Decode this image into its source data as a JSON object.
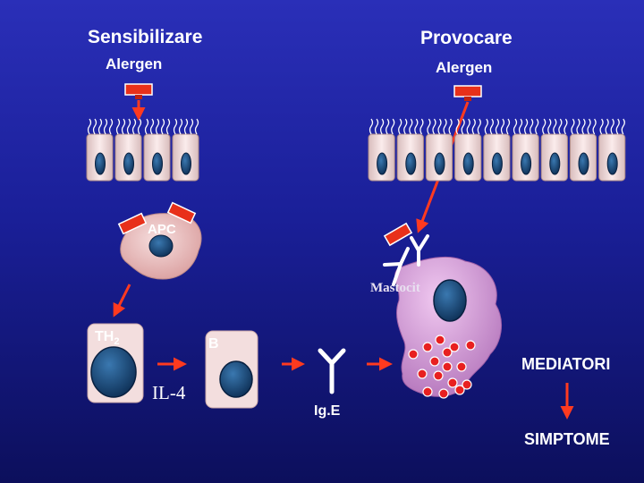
{
  "headings": {
    "left": "Sensibilizare",
    "right": "Provocare"
  },
  "allergen": {
    "left": "Alergen",
    "right": "Alergen"
  },
  "cells": {
    "apc": "APC",
    "th2": "TH",
    "th2_sub": "2",
    "b": "B",
    "mast": "Mastocit",
    "il4": "IL-4",
    "ige": "Ig.E"
  },
  "outcome": {
    "mediators": "MEDIATORI",
    "symptoms": "SIMPTOME"
  },
  "colors": {
    "background": "#1a1f98",
    "epithelium": "#f2d9d9",
    "nucleus": "#123d6a",
    "apc_body": "#e8b0b0",
    "mast_body": "#d08fd0",
    "arrow": "#ff3a1f",
    "allergen": "#e8301a",
    "granule": "#e82020"
  },
  "icons": [
    "allergen-block-icon",
    "epithelium-cell-icon",
    "antibody-y-icon",
    "arrow-icon",
    "granule-icon"
  ]
}
